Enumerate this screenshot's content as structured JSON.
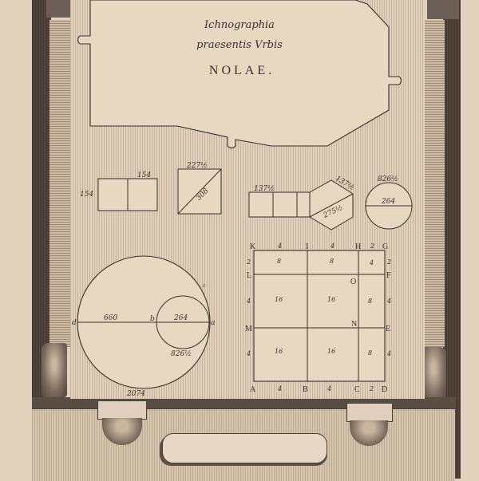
{
  "title": {
    "line1": "Ichnographia",
    "line2": "praesentis Vrbis",
    "line3": "NOLAE."
  },
  "figures": {
    "rect_pair": {
      "top_label": "154",
      "side_label": "154"
    },
    "square_diag": {
      "top_label": "227½",
      "diag_label": "308"
    },
    "strip_hex": {
      "strip_label": "137½",
      "hex_top_label": "137½",
      "hex_inner_label": "275½"
    },
    "small_circle": {
      "top_label": "826½",
      "diameter_label": "264"
    },
    "big_circles": {
      "d_label": "d",
      "b_label": "b",
      "a_label": "a",
      "c_label": "c",
      "big_diameter_label": "660",
      "small_diameter_label": "264",
      "small_circ_label": "826½",
      "big_circ_label": "2074"
    },
    "grid": {
      "corners": {
        "K": "K",
        "I": "I",
        "H": "H",
        "G": "G",
        "L": "L",
        "F": "F",
        "O": "O",
        "M": "M",
        "N": "N",
        "E": "E",
        "A": "A",
        "B": "B",
        "C": "C",
        "D": "D"
      },
      "top_dims": [
        "4",
        "4",
        "2"
      ],
      "bottom_dims": [
        "4",
        "4",
        "2"
      ],
      "left_dims": [
        "2",
        "4",
        "4"
      ],
      "right_dims": [
        "2",
        "4",
        "4"
      ],
      "cells": [
        [
          "8",
          "8",
          "4"
        ],
        [
          "16",
          "16",
          "8"
        ],
        [
          "16",
          "16",
          "8"
        ]
      ]
    }
  },
  "colors": {
    "paper": "#e3d3bd",
    "plate": "#e8dac6",
    "ink": "#3a2f28"
  }
}
